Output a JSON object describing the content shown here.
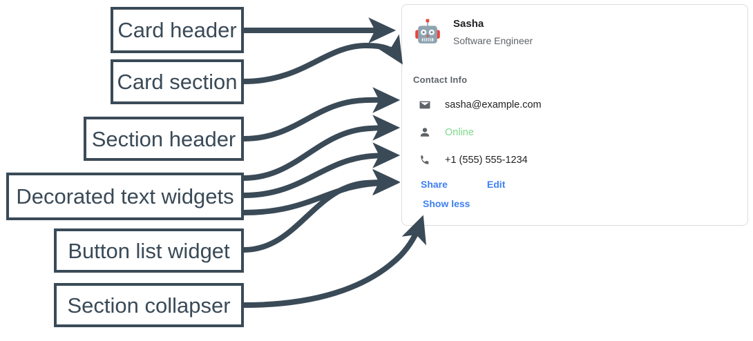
{
  "annotations": [
    {
      "id": "card-header",
      "label": "Card header"
    },
    {
      "id": "card-section",
      "label": "Card section"
    },
    {
      "id": "section-header",
      "label": "Section header"
    },
    {
      "id": "decorated-text",
      "label": "Decorated text widgets"
    },
    {
      "id": "button-list",
      "label": "Button list widget"
    },
    {
      "id": "section-collapser",
      "label": "Section collapser"
    }
  ],
  "card": {
    "header": {
      "avatar_icon": "robot-avatar-icon",
      "title": "Sasha",
      "subtitle": "Software Engineer"
    },
    "section": {
      "header": "Contact Info",
      "rows": [
        {
          "icon": "email-icon",
          "text": "sasha@example.com",
          "style": "default"
        },
        {
          "icon": "person-icon",
          "text": "Online",
          "style": "online"
        },
        {
          "icon": "phone-icon",
          "text": "+1 (555) 555-1234",
          "style": "default"
        }
      ],
      "buttons": [
        {
          "label": "Share"
        },
        {
          "label": "Edit"
        }
      ],
      "collapser": {
        "label": "Show less"
      }
    }
  },
  "colors": {
    "annotation": "#3a4a57",
    "link": "#3d7ff0",
    "online": "#81d88a",
    "muted": "#5f6368",
    "text": "#202124",
    "card_border": "#dadce0",
    "robot_body": "#8fa3b0",
    "robot_accent": "#e8453c"
  }
}
